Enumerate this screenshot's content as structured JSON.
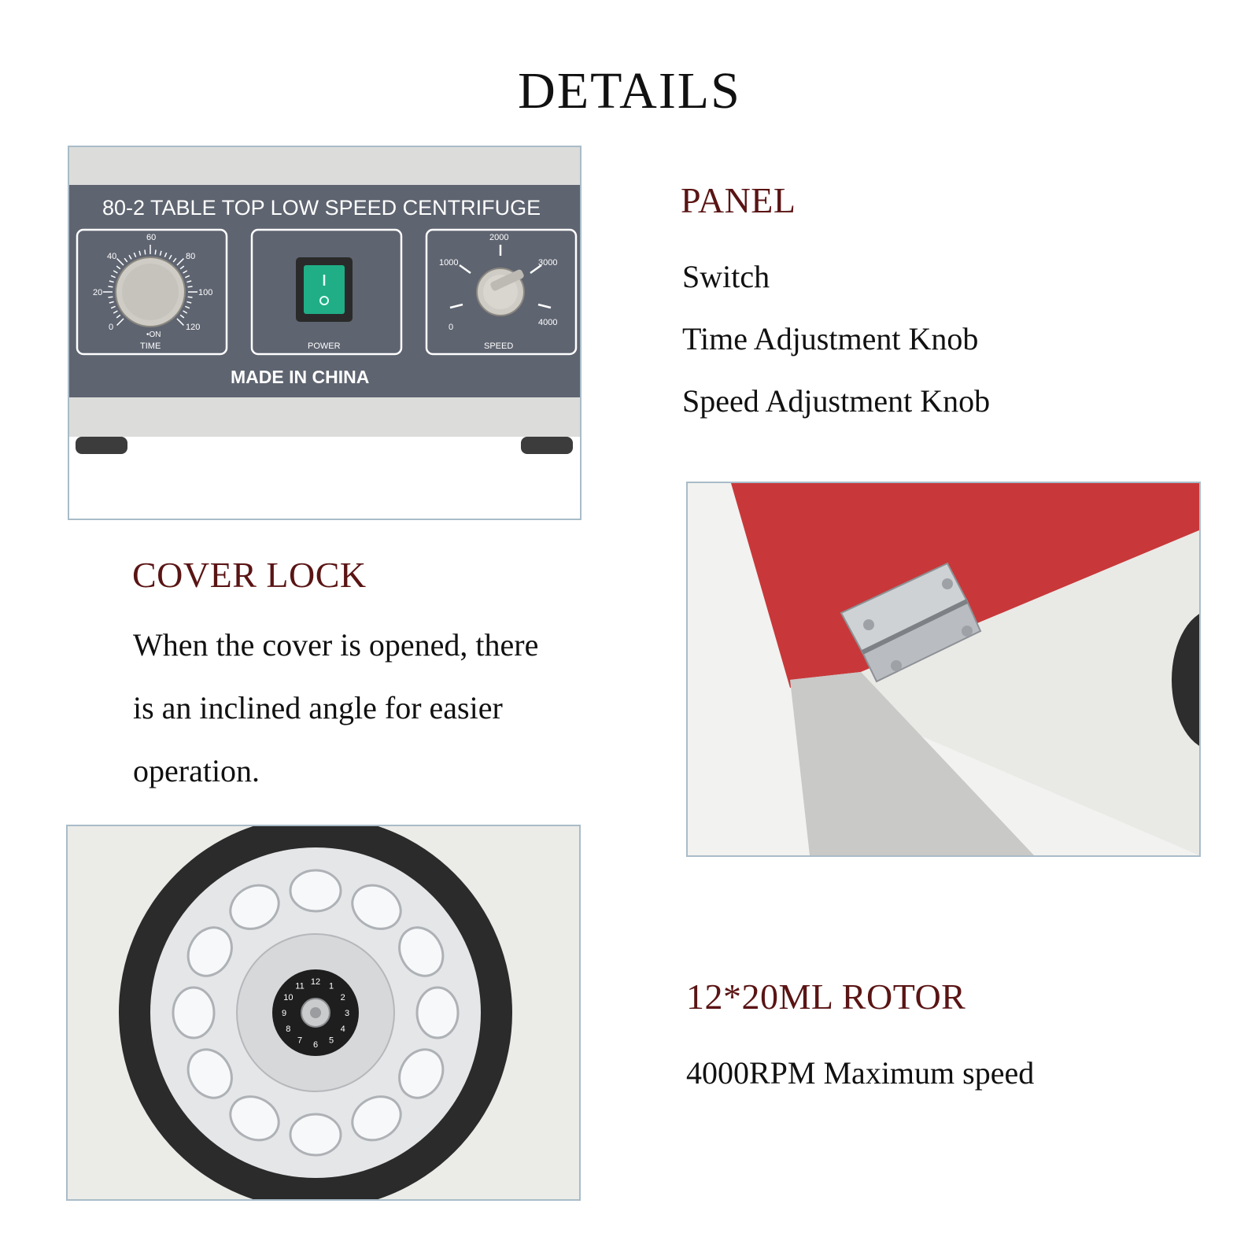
{
  "title": "DETAILS",
  "panel_section": {
    "heading": "PANEL",
    "items": [
      "Switch",
      "Time Adjustment Knob",
      "Speed Adjustment Knob"
    ]
  },
  "cover_lock_section": {
    "heading": "COVER LOCK",
    "description_lines": [
      "When the cover is opened, there",
      "is an inclined angle for easier",
      "operation."
    ]
  },
  "rotor_section": {
    "heading": "12*20ML ROTOR",
    "description": "4000RPM Maximum speed"
  },
  "panel_photo": {
    "model_label": "80-2  TABLE TOP LOW SPEED CENTRIFUGE",
    "time_scale": [
      "0",
      "20",
      "40",
      "60",
      "80",
      "100",
      "120"
    ],
    "time_on_label": "•ON",
    "time_label": "TIME",
    "power_label": "POWER",
    "speed_scale": [
      "0",
      "1000",
      "2000",
      "3000",
      "4000"
    ],
    "speed_label": "SPEED",
    "origin_label": "MADE   IN   CHINA"
  },
  "rotor_photo": {
    "dial_numbers": [
      "1",
      "2",
      "3",
      "4",
      "5",
      "6",
      "7",
      "8",
      "9",
      "10",
      "11",
      "12"
    ]
  },
  "colors": {
    "heading": "#5a1414",
    "panel_face": "#5e6470",
    "lid_red": "#c8383a",
    "switch_green": "#1fae86",
    "frame_border": "#a9bcc8"
  }
}
